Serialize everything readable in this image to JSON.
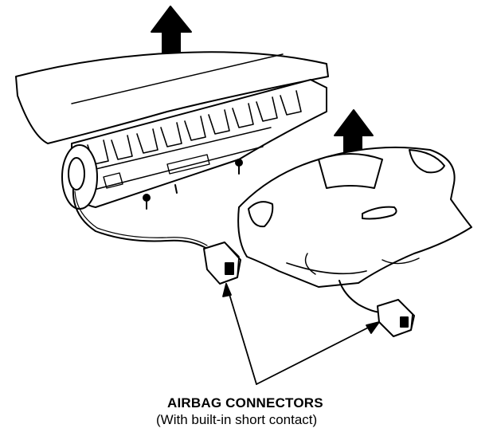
{
  "labels": {
    "title": "AIRBAG CONNECTORS",
    "subtitle": "(With built-in short contact)"
  },
  "colors": {
    "ink": "#000000",
    "paper": "#ffffff",
    "shade": "#d9d9d9"
  },
  "parts": {
    "passenger_airbag": "passenger-airbag-module",
    "steering_airbag": "steering-wheel-airbag-module",
    "connectors": [
      "passenger-airbag-connector",
      "steering-airbag-connector"
    ],
    "arrows": [
      "removal-arrow-up",
      "removal-arrow-up"
    ]
  }
}
